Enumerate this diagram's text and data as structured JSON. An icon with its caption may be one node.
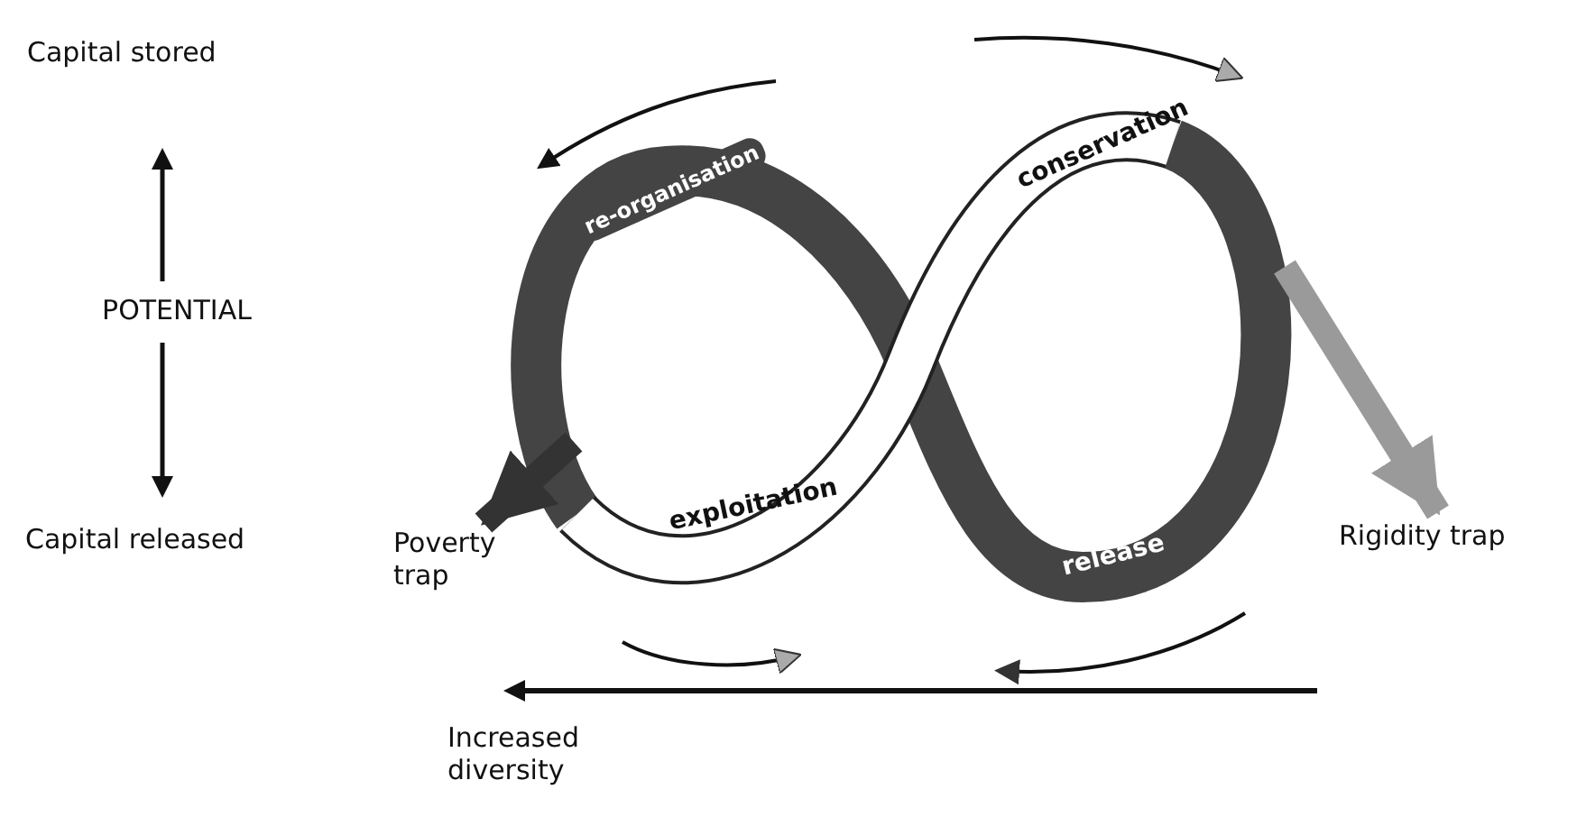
{
  "diagram": {
    "nodes": [
      {
        "text": [
          "Poverty trap"
        ]
      },
      {
        "text": [
          "Rigidity trap"
        ]
      }
    ],
    "edges": [
      {
        "from": null,
        "to": 0,
        "arrow": "to",
        "color": "#333333"
      },
      {
        "from": null,
        "to": 1,
        "arrow": "to",
        "color": "#9a9a9a"
      }
    ],
    "labels": [
      "Capital stored",
      "POTENTIAL",
      "Capital released",
      "re-organisation",
      "conservation",
      "exploitation",
      "release",
      "Increased diversity"
    ]
  }
}
